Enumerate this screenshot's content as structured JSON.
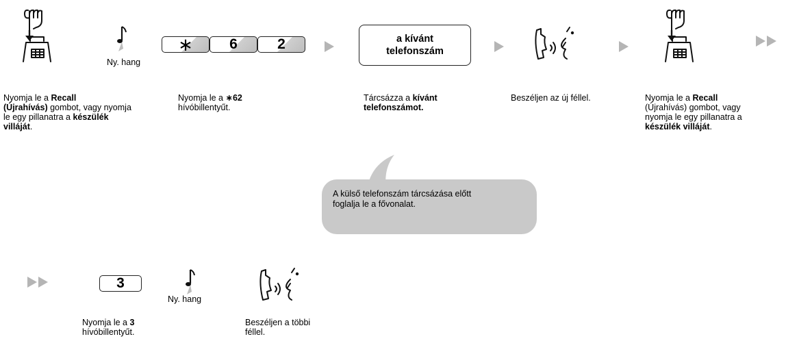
{
  "steps": {
    "recall1": {
      "icon": "hand-press-hookswitch-icon",
      "caption_pre": "Nyomja le a ",
      "caption_b1": "Recall",
      "caption_b2": "(Újrahívás)",
      "caption_mid": " gombot, vagy nyomja le egy pillanatra a ",
      "caption_b3": "készülék villáját",
      "caption_post": "."
    },
    "tone1": {
      "icon": "music-note-icon",
      "label": "Ny. hang"
    },
    "keys62": {
      "keys": [
        "∗",
        "6",
        "2"
      ],
      "caption_pre": "Nyomja le a ",
      "caption_b": "∗62",
      "caption_post": "hívóbillentyűt."
    },
    "dial": {
      "box_line1": "a kívánt",
      "box_line2": "telefonszám",
      "caption_pre": "Tárcsázza a ",
      "caption_b1": "kívánt",
      "caption_b2": "telefonszámot."
    },
    "talk1": {
      "icon": "handset-speaking-icon",
      "caption": "Beszéljen az új féllel."
    },
    "recall2": {
      "icon": "hand-press-hookswitch-icon",
      "caption_pre": "Nyomja le a ",
      "caption_b1": "Recall",
      "caption_mid1": "(Újrahívás) gombot, vagy",
      "caption_mid2": "nyomja le egy pillanatra a",
      "caption_b3": "készülék villáját",
      "caption_post": "."
    },
    "key3": {
      "key": "3",
      "caption_pre": "Nyomja le a ",
      "caption_b": "3",
      "caption_post": "hívóbillentyűt."
    },
    "tone2": {
      "icon": "music-note-icon",
      "label": "Ny. hang"
    },
    "talk2": {
      "icon": "handset-speaking-icon",
      "caption_line1": "Beszéljen a többi",
      "caption_line2": "féllel."
    }
  },
  "note": {
    "line1": "A külső telefonszám tárcsázása előtt",
    "line2": "foglalja le a fővonalat."
  },
  "colors": {
    "arrow": "#b5b5b5",
    "bubble": "#c9c9c9",
    "key_shadow": "#bdbdbd"
  }
}
